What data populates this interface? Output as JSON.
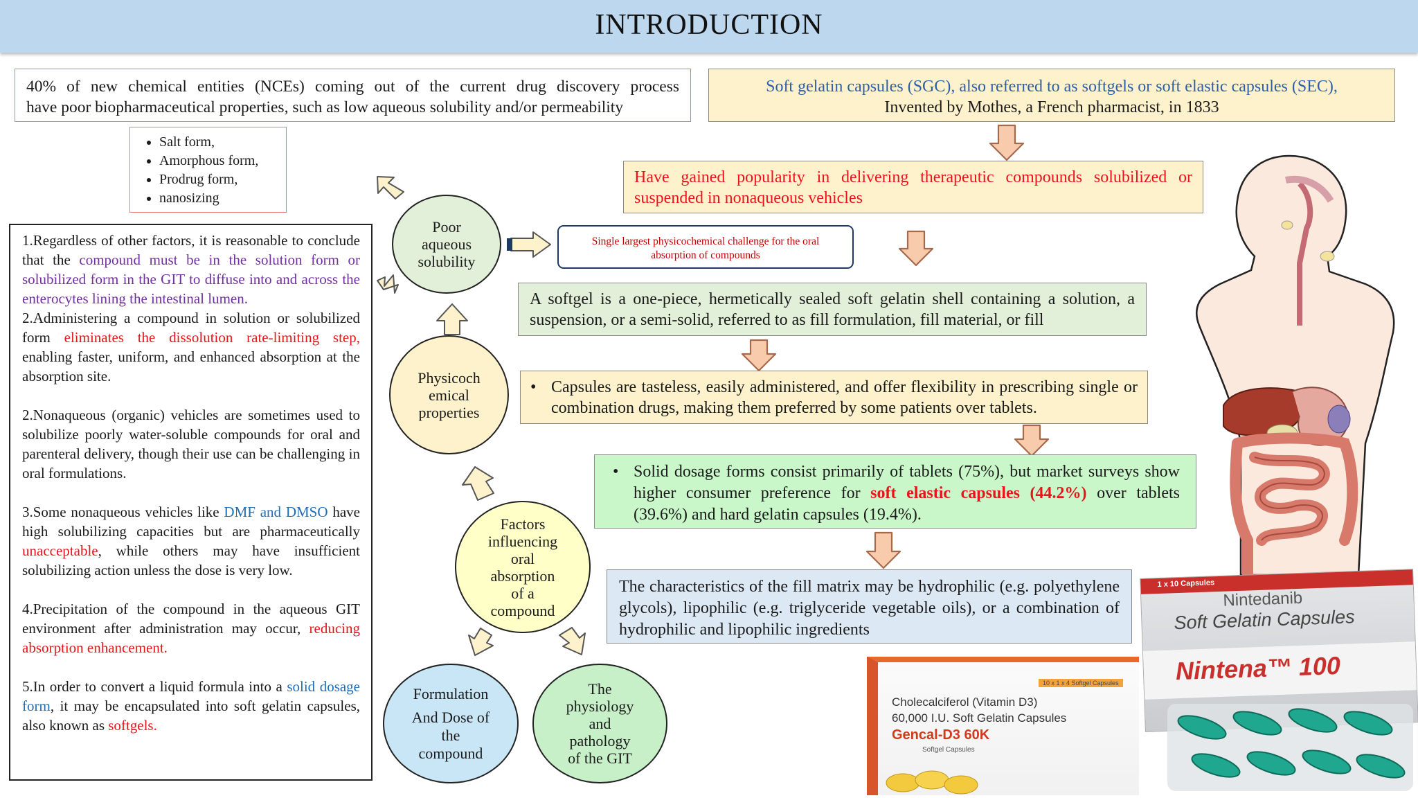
{
  "header": {
    "title": "INTRODUCTION"
  },
  "nce_box": {
    "line1": "40% of new chemical entities (NCEs) coming out of the current drug discovery process",
    "line2": "have poor biopharmaceutical properties, such as low aqueous solubility and/or permeability"
  },
  "sgc_box": {
    "line1": "Soft gelatin capsules (SGC), also referred to as softgels or soft elastic capsules (SEC),",
    "line2": "Invented by Mothes, a French pharmacist, in 1833"
  },
  "forms": [
    "Salt form,",
    "Amorphous form,",
    "Prodrug form,",
    "nanosizing"
  ],
  "left_text": {
    "p1_a": "1.Regardless of other factors, it is reasonable to conclude that the ",
    "p1_b": "compound must be in the solution form or solubilized form in the GIT to diffuse into and across the enterocytes lining the intestinal lumen",
    "p1_c": ".",
    "p2_a": "2.Administering a compound in solution or solubilized form ",
    "p2_b": "eliminates the dissolution rate-limiting step,",
    "p2_c": " enabling faster, uniform, and enhanced absorption at the absorption site.",
    "p3": "2.Nonaqueous (organic) vehicles are sometimes used to solubilize poorly water-soluble compounds for oral and parenteral delivery, though their use can be challenging in oral formulations.",
    "p4_a": "3.Some nonaqueous vehicles like ",
    "p4_b": "DMF and DMSO",
    "p4_c": " have high solubilizing capacities but are pharmaceutically ",
    "p4_d": "unacceptable",
    "p4_e": ", while others may have insufficient solubilizing action unless the dose is very low.",
    "p5_a": "4.Precipitation of the compound in the aqueous GIT environment after administration may occur, ",
    "p5_b": "reducing absorption enhancement.",
    "p6_a": "5.In order to convert a liquid formula into a ",
    "p6_b": "solid dosage form",
    "p6_c": ", it may be encapsulated into soft gelatin capsules, also known as ",
    "p6_d": "softgels."
  },
  "circles": {
    "poor": [
      "Poor",
      "aqueous",
      "solubility"
    ],
    "physico": [
      "Physicoch",
      "emical",
      "properties"
    ],
    "factors": [
      "Factors",
      "influencing",
      "oral",
      "absorption",
      "of a",
      "compound"
    ],
    "formulation": [
      "Formulation",
      "And Dose of",
      "the",
      "compound"
    ],
    "physiology": [
      "The",
      "physiology",
      "and",
      "pathology",
      "of the GIT"
    ]
  },
  "challenge_box": {
    "line1": "Single largest physicochemical challenge for the oral",
    "line2": "absorption of compounds"
  },
  "popularity_box": {
    "line1": "Have gained popularity in delivering therapeutic compounds solubilized or",
    "line2": "suspended in nonaqueous vehicles"
  },
  "softgel_box": "A softgel is a one-piece, hermetically sealed soft gelatin shell containing a solution, a suspension, or  a semi-solid, referred to as fill formulation, fill material, or fill",
  "capsules_box": "Capsules are tasteless, easily administered, and offer flexibility in prescribing single or combination drugs, making them preferred by some patients over tablets.",
  "solid_box": {
    "a": "Solid dosage forms consist primarily of tablets (75%), but market surveys show higher consumer preference for ",
    "b": "soft elastic capsules (44.2%)",
    "c": " over tablets (39.6%) and hard gelatin capsules (19.4%)."
  },
  "fill_box": "The characteristics of the fill matrix may be hydrophilic (e.g. polyethylene glycols), lipophilic (e.g. triglyceride vegetable oils), or a combination of hydrophilic and lipophilic ingredients",
  "product_gencal": {
    "tag": "10 x 1 x 4 Softgel Capsules",
    "line1": "Cholecalciferol (Vitamin D3)",
    "line2": "60,000 I.U. Soft Gelatin Capsules",
    "brand": "Gencal-D3 60K",
    "sub": "Softgel Capsules"
  },
  "product_nintena": {
    "top": "1 x 10 Capsules",
    "name": "Nintedanib",
    "type": "Soft Gelatin Capsules",
    "brand": "Nintena™ 100"
  },
  "colors": {
    "banner": "#bdd7ee",
    "cream": "#fef2cc",
    "green_light": "#e2efd9",
    "green_bright": "#c9f7c9",
    "blue_light": "#dce8f4",
    "arrow_fill": "#f8cbad",
    "arrow_stroke": "#a56a4a"
  }
}
